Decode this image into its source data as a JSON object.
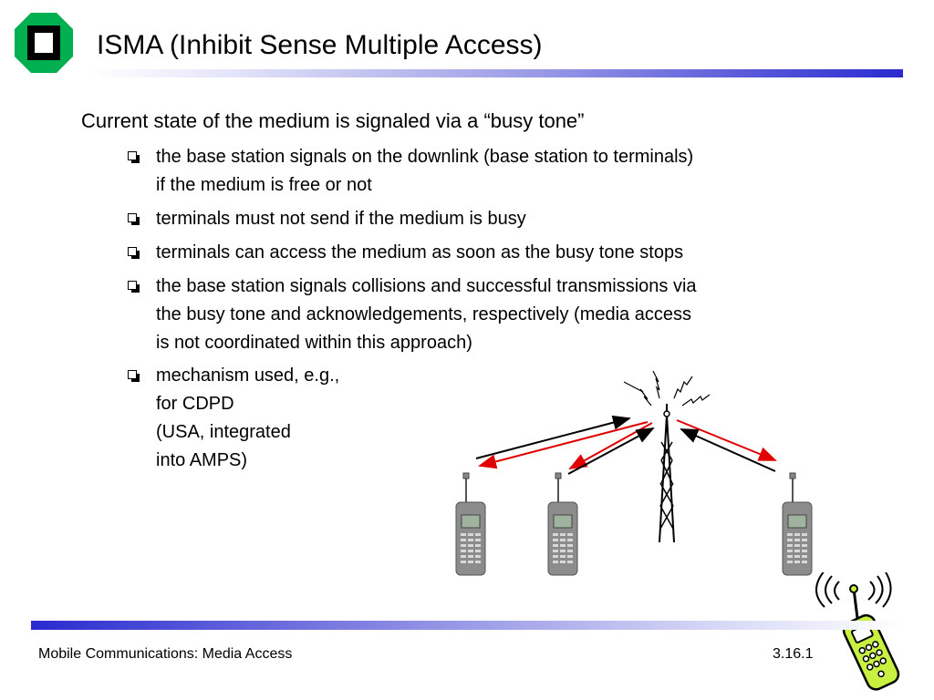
{
  "slide": {
    "title": "ISMA (Inhibit Sense Multiple Access)",
    "main_point": "Current state of the medium is signaled via a “busy tone”",
    "bullets": [
      {
        "lines": [
          "the base station signals on the downlink (base station to terminals)",
          "if the medium is free or not"
        ]
      },
      {
        "lines": [
          "terminals must not send if the medium is busy"
        ]
      },
      {
        "lines": [
          "terminals can access the medium as soon as the busy tone stops"
        ]
      },
      {
        "lines": [
          "the base station signals collisions and successful transmissions via",
          "the busy tone and acknowledgements, respectively (media access",
          "is not coordinated within this approach)"
        ]
      },
      {
        "lines": [
          "mechanism used, e.g.,",
          "for CDPD",
          "(USA, integrated",
          "into AMPS)"
        ]
      }
    ]
  },
  "footer": {
    "left": "Mobile Communications: Media Access",
    "right": "3.16.1"
  },
  "colors": {
    "logo_green": "#00b050",
    "title_bar_dark": "#2a2ad0",
    "arrow_red": "#e00000",
    "arrow_black": "#000000",
    "phone_body": "#8c8c8c",
    "clipart_green": "#c8f040"
  },
  "icons": {
    "logo": "university-logo-icon",
    "tower": "antenna-tower-icon",
    "phone": "mobile-phone-icon",
    "clipart": "cellphone-clipart-icon"
  }
}
